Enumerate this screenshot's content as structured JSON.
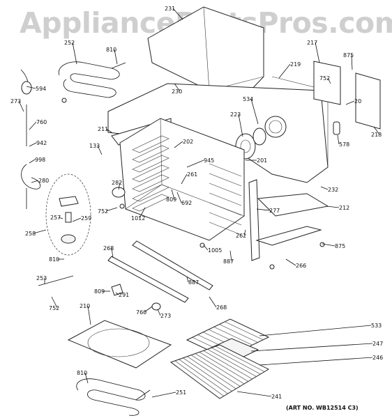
{
  "watermark": "AppliancePartsPros.com",
  "art_number": "(ART NO. WB12514 C3)",
  "callouts": [
    "231",
    "252",
    "810",
    "594",
    "273",
    "760",
    "942",
    "998",
    "280",
    "211",
    "133",
    "230",
    "202",
    "945",
    "223",
    "534",
    "217",
    "875",
    "752",
    "20",
    "218",
    "578",
    "219",
    "201",
    "261",
    "282",
    "692",
    "809",
    "752",
    "1012",
    "232",
    "212",
    "277",
    "262",
    "258",
    "257",
    "259",
    "810",
    "1005",
    "887",
    "875",
    "266",
    "268",
    "887",
    "253",
    "752",
    "809",
    "291",
    "268",
    "760",
    "273",
    "210",
    "533",
    "247",
    "246",
    "810",
    "251",
    "241"
  ]
}
